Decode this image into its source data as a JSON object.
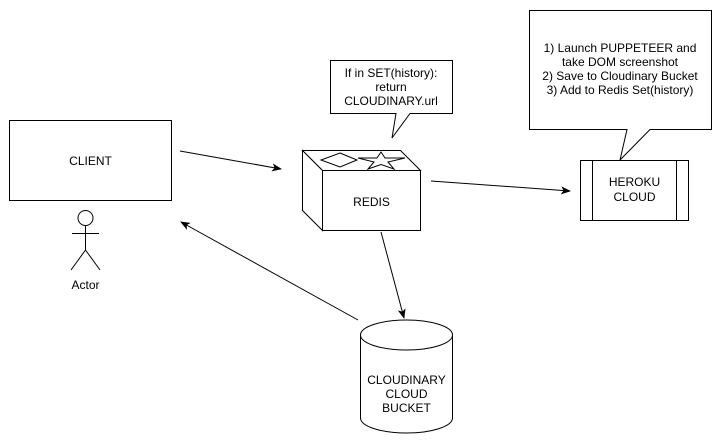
{
  "nodes": {
    "client": {
      "label": "CLIENT"
    },
    "actor": {
      "label": "Actor"
    },
    "redis": {
      "label": "REDIS"
    },
    "redis_note": {
      "lines": [
        "If in SET(history):",
        "return",
        "CLOUDINARY.url"
      ]
    },
    "heroku": {
      "lines": [
        "HEROKU",
        "CLOUD"
      ]
    },
    "heroku_note": {
      "lines": [
        "1) Launch PUPPETEER and",
        "take DOM screenshot",
        "2) Save to Cloudinary Bucket",
        "3) Add to Redis Set(history)"
      ]
    },
    "cloudinary": {
      "lines": [
        "CLOUDINARY",
        "CLOUD",
        "BUCKET"
      ]
    }
  },
  "colors": {
    "stroke": "#000000",
    "fill": "#ffffff"
  }
}
